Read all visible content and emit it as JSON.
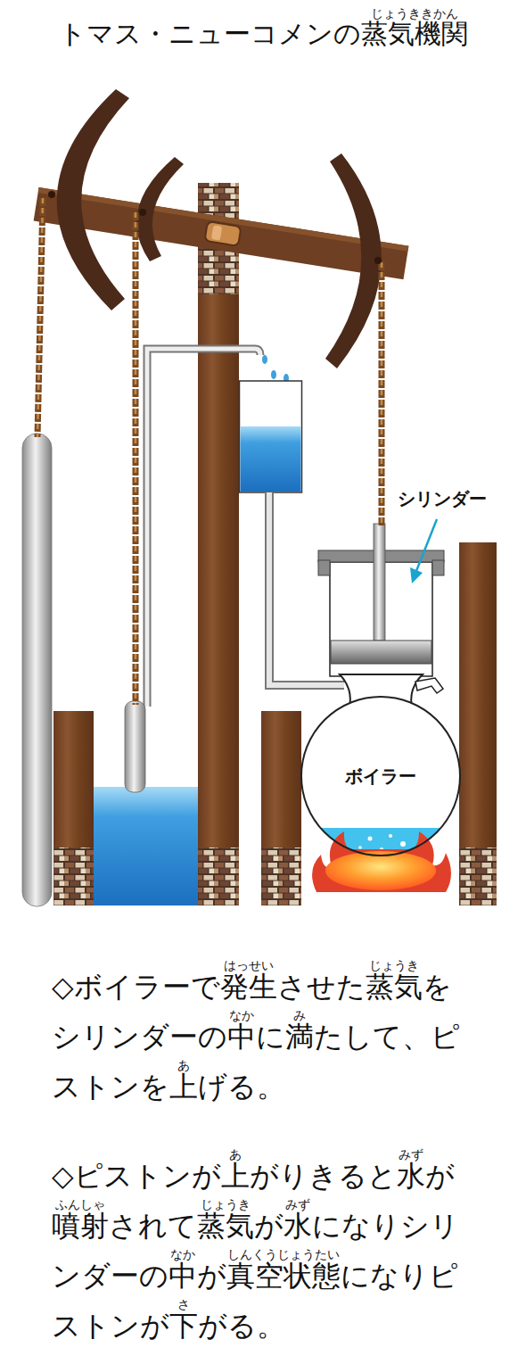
{
  "diagram": {
    "title": "トマス・ニューコメンの蒸気機関",
    "nodes": [
      {
        "text": [
          "ボイラー"
        ]
      }
    ],
    "labels": [
      "じょうききかん",
      "シリンダー",
      "はっせい",
      "じょうき",
      "なか",
      "み",
      "あ",
      "◇ボイラーで発生させた蒸気をシリンダーの中に満たして、ピストンを上げる。",
      "あ",
      "みず",
      "ふんしゃ",
      "じょうき",
      "みず",
      "なか",
      "しんくうじょうたい",
      "さ",
      "◇ピストンが上がりきると水が噴射されて蒸気が水になりシリンダーの中が真空状態になりピストンが下がる。"
    ]
  }
}
